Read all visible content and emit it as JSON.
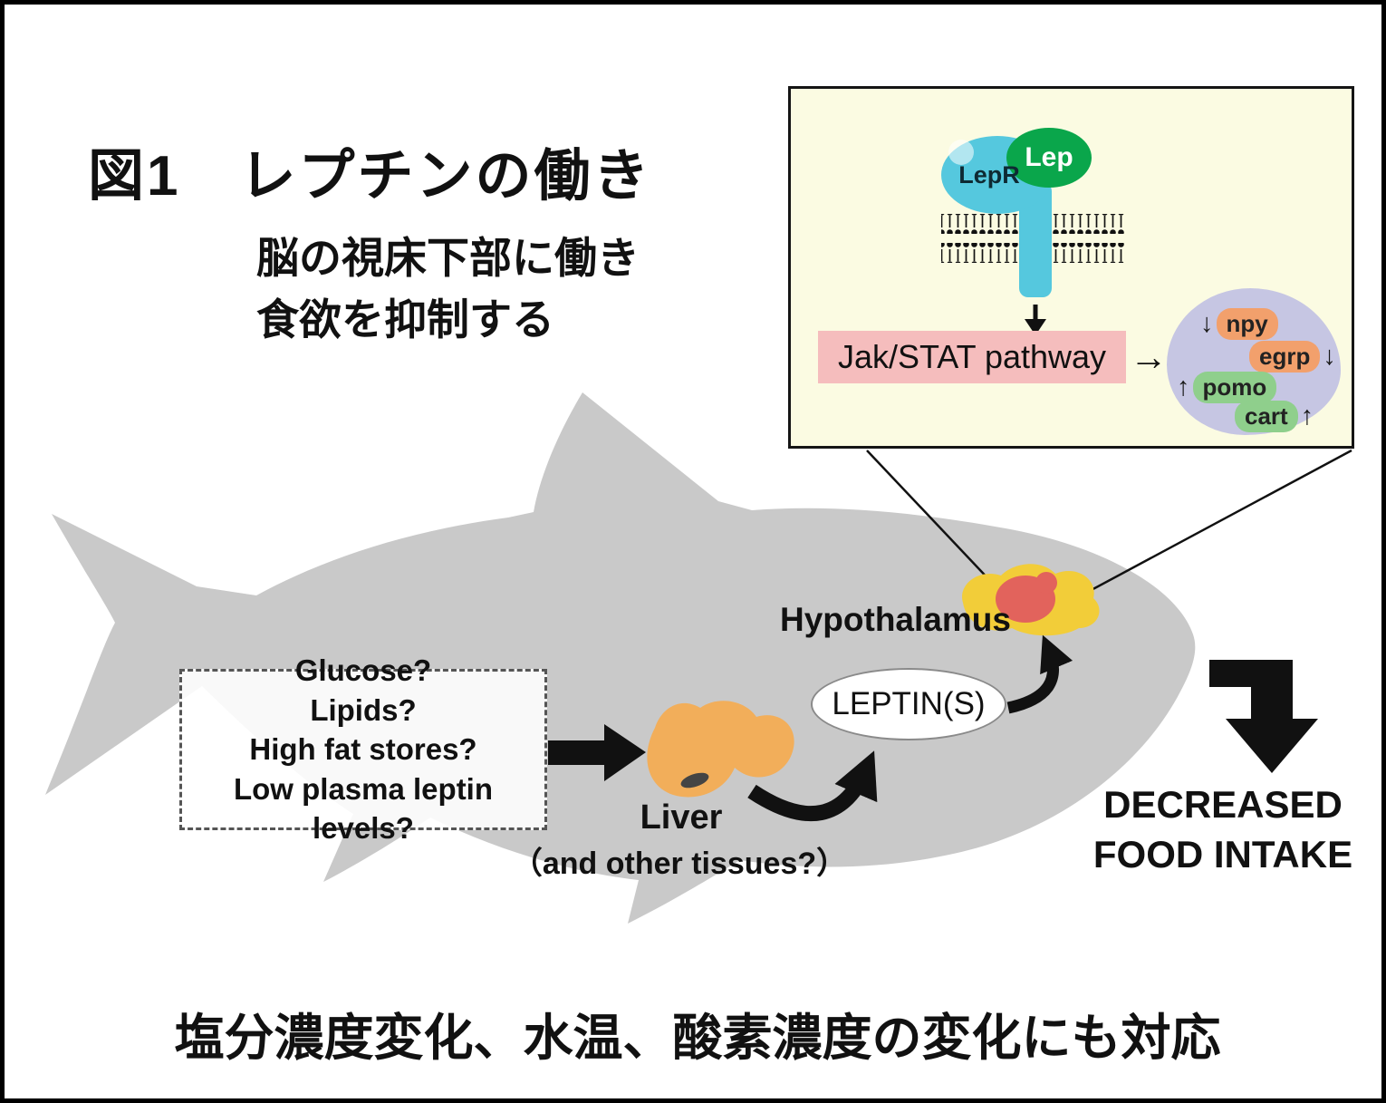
{
  "title": "図1　レプチンの働き",
  "subtitle": {
    "line1": "脳の視床下部に働き",
    "line2": "食欲を抑制する"
  },
  "inset": {
    "lep_label": "Lep",
    "lepr_label": "LepR",
    "pathway_label": "Jak/STAT pathway",
    "arrow_right": "→",
    "neurons": [
      {
        "label": "npy",
        "arrow": "↓"
      },
      {
        "label": "egrp",
        "arrow": "↓"
      },
      {
        "label": "pomo",
        "arrow": "↑"
      },
      {
        "label": "cart",
        "arrow": "↑"
      }
    ]
  },
  "fish": {
    "stimuli": [
      "Glucose?",
      "Lipids?",
      "High fat stores?",
      "Low plasma leptin levels?"
    ],
    "liver_label": "Liver",
    "liver_sublabel": "（and other tissues?）",
    "leptin_label": "LEPTIN(S)",
    "hypothalamus_label": "Hypothalamus"
  },
  "outcome": {
    "line1": "DECREASED",
    "line2": "FOOD INTAKE"
  },
  "footer": "塩分濃度変化、水温、酸素濃度の変化にも対応",
  "colors": {
    "inset_background": "#fbfbe2",
    "pathway_pink": "#f5bdbd",
    "receptor_cyan": "#55c8de",
    "lep_green": "#0aa64b",
    "neuron_blob_lavender": "#c6c6e3",
    "npy_egrp_orange": "#f2a06c",
    "pomo_cart_green": "#8fcf8c",
    "fish_gray": "#c9c9c9",
    "liver_orange": "#f2ae5a",
    "hypothalamus_yellow": "#f2cd39",
    "hypothalamus_red": "#e2635c"
  }
}
